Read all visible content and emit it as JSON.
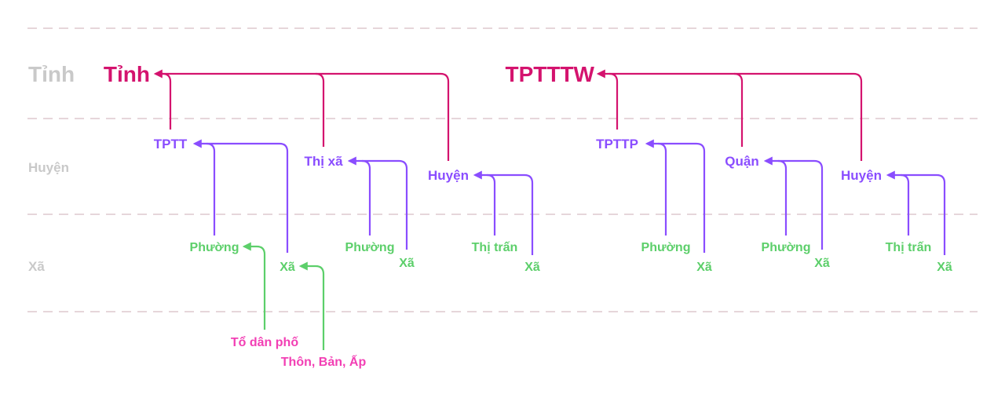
{
  "rows": [
    "Tỉnh",
    "Huyện",
    "Xã"
  ],
  "colors": {
    "province": "#d4136e",
    "district": "#8a4dff",
    "commune": "#5ccf6a",
    "village": "#f23fb4",
    "row_label": "#c9c9c9"
  },
  "left": {
    "root": "Tỉnh",
    "districts": [
      {
        "name": "TPTT",
        "children": [
          "Phường",
          "Xã"
        ]
      },
      {
        "name": "Thị xã",
        "children": [
          "Phường",
          "Xã"
        ]
      },
      {
        "name": "Huyện",
        "children": [
          "Thị trấn",
          "Xã"
        ]
      }
    ],
    "villages": [
      "Tổ dân phố",
      "Thôn, Bản, Ấp"
    ]
  },
  "right": {
    "root": "TPTTTW",
    "districts": [
      {
        "name": "TPTTP",
        "children": [
          "Phường",
          "Xã"
        ]
      },
      {
        "name": "Quận",
        "children": [
          "Phường",
          "Xã"
        ]
      },
      {
        "name": "Huyện",
        "children": [
          "Thị trấn",
          "Xã"
        ]
      }
    ]
  }
}
